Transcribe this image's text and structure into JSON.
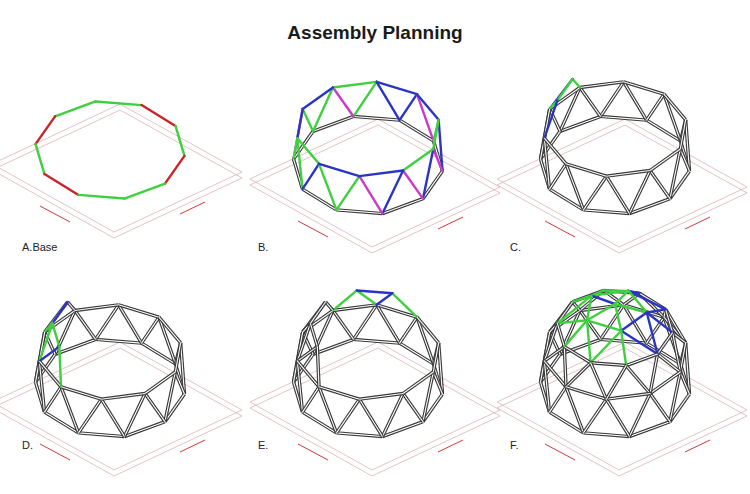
{
  "diagram": {
    "title": "Assembly Planning",
    "labels": [
      "A.Base",
      "B.",
      "C.",
      "D.",
      "E.",
      "F."
    ]
  }
}
